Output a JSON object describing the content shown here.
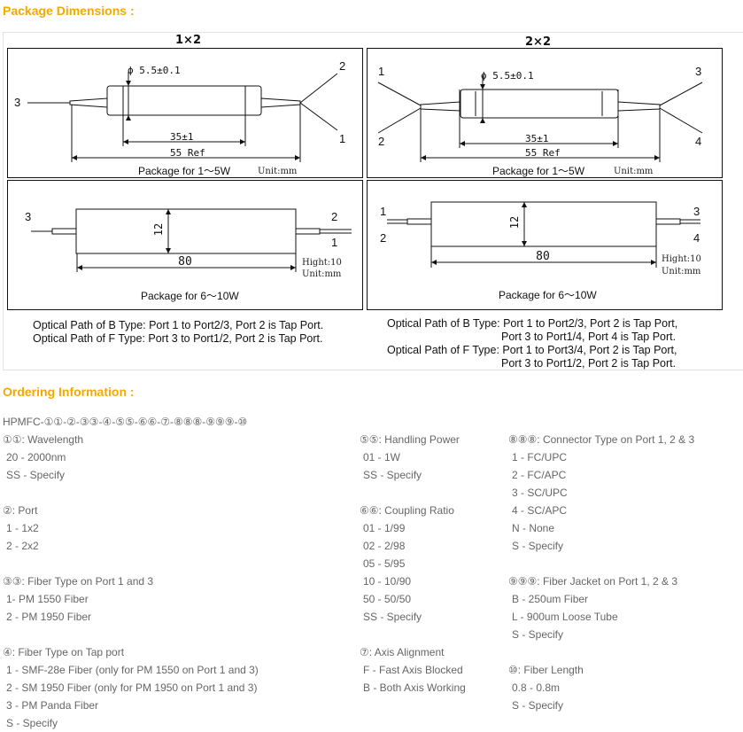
{
  "package_dimensions": {
    "title": "Package Dimensions :",
    "left": {
      "heading": "1×2",
      "small": {
        "caption": "Package for 1～5W",
        "unit": "Unit:mm",
        "diameter": "ϕ 5.5±0.1",
        "body_len": "35±1",
        "ref_len": "55 Ref",
        "ports": {
          "left": "3",
          "top_right": "2",
          "bottom_right": "1"
        }
      },
      "large": {
        "caption": "Package for 6～10W",
        "height": "12",
        "length": "80",
        "unit_lines": [
          "Hight:10",
          "Unit:mm"
        ],
        "ports": {
          "left": "3",
          "right_top": "2",
          "right_bottom": "1"
        }
      },
      "optical_path": [
        "Optical Path of B Type: Port 1 to Port2/3, Port 2 is Tap Port.",
        "Optical Path of F Type: Port 3 to Port1/2, Port 2 is Tap Port."
      ]
    },
    "right": {
      "heading": "2×2",
      "small": {
        "caption": "Package for 1～5W",
        "unit": "Unit:mm",
        "diameter": "ϕ 5.5±0.1",
        "body_len": "35±1",
        "ref_len": "55 Ref",
        "ports": {
          "top_left": "1",
          "bottom_left": "2",
          "top_right": "3",
          "bottom_right": "4"
        }
      },
      "large": {
        "caption": "Package for 6～10W",
        "height": "12",
        "length": "80",
        "unit_lines": [
          "Hight:10",
          "Unit:mm"
        ],
        "ports": {
          "left_top": "1",
          "left_bottom": "2",
          "right_top": "3",
          "right_bottom": "4"
        }
      },
      "optical_path": [
        "Optical Path of B Type: Port 1 to Port2/3, Port 2 is Tap Port,",
        "Port 3 to Port1/4, Port 4 is Tap Port.",
        "Optical Path of F Type: Port 1 to Port3/4, Port 2 is Tap Port,",
        "Port 3 to Port1/2, Port 2 is Tap Port."
      ]
    }
  },
  "ordering": {
    "title": "Ordering Information :",
    "code": "HPMFC-①①-②-③③-④-⑤⑤-⑥⑥-⑦-⑧⑧⑧-⑨⑨⑨-⑩",
    "col1": [
      {
        "title": "①①: Wavelength",
        "items": [
          "20 - 2000nm",
          "SS - Specify"
        ]
      },
      {
        "title": "②: Port",
        "items": [
          "1 - 1x2",
          "2 - 2x2"
        ]
      },
      {
        "title": "③③: Fiber Type on Port 1 and 3",
        "items": [
          "1- PM 1550 Fiber",
          "2 - PM 1950 Fiber"
        ]
      },
      {
        "title": "④: Fiber Type on Tap port",
        "items": [
          "1 - SMF-28e Fiber (only for PM 1550 on Port 1 and 3)",
          "2 - SM 1950 Fiber (only for PM 1950 on Port 1 and 3)",
          "3 - PM Panda Fiber",
          "S - Specify"
        ]
      }
    ],
    "col2": [
      {
        "title": "⑤⑤: Handling Power",
        "items": [
          "01 - 1W",
          "SS - Specify"
        ]
      },
      {
        "title": "⑥⑥: Coupling Ratio",
        "items": [
          "01 - 1/99",
          "02 - 2/98",
          "05 - 5/95",
          "10 - 10/90",
          "50 - 50/50",
          "SS - Specify"
        ]
      },
      {
        "title": "⑦: Axis Alignment",
        "items": [
          "F - Fast Axis Blocked",
          "B - Both Axis Working"
        ]
      }
    ],
    "col3": [
      {
        "title": "⑧⑧⑧: Connector Type on Port 1, 2 & 3",
        "items": [
          "1 - FC/UPC",
          "2 - FC/APC",
          "3 - SC/UPC",
          "4 - SC/APC",
          "N - None",
          "S - Specify"
        ]
      },
      {
        "title": "⑨⑨⑨: Fiber Jacket on Port 1, 2 & 3",
        "items": [
          "B - 250um Fiber",
          "L - 900um Loose Tube",
          "S - Specify"
        ]
      },
      {
        "title": "⑩: Fiber Length",
        "items": [
          "0.8 - 0.8m",
          "S - Specify"
        ]
      }
    ]
  }
}
